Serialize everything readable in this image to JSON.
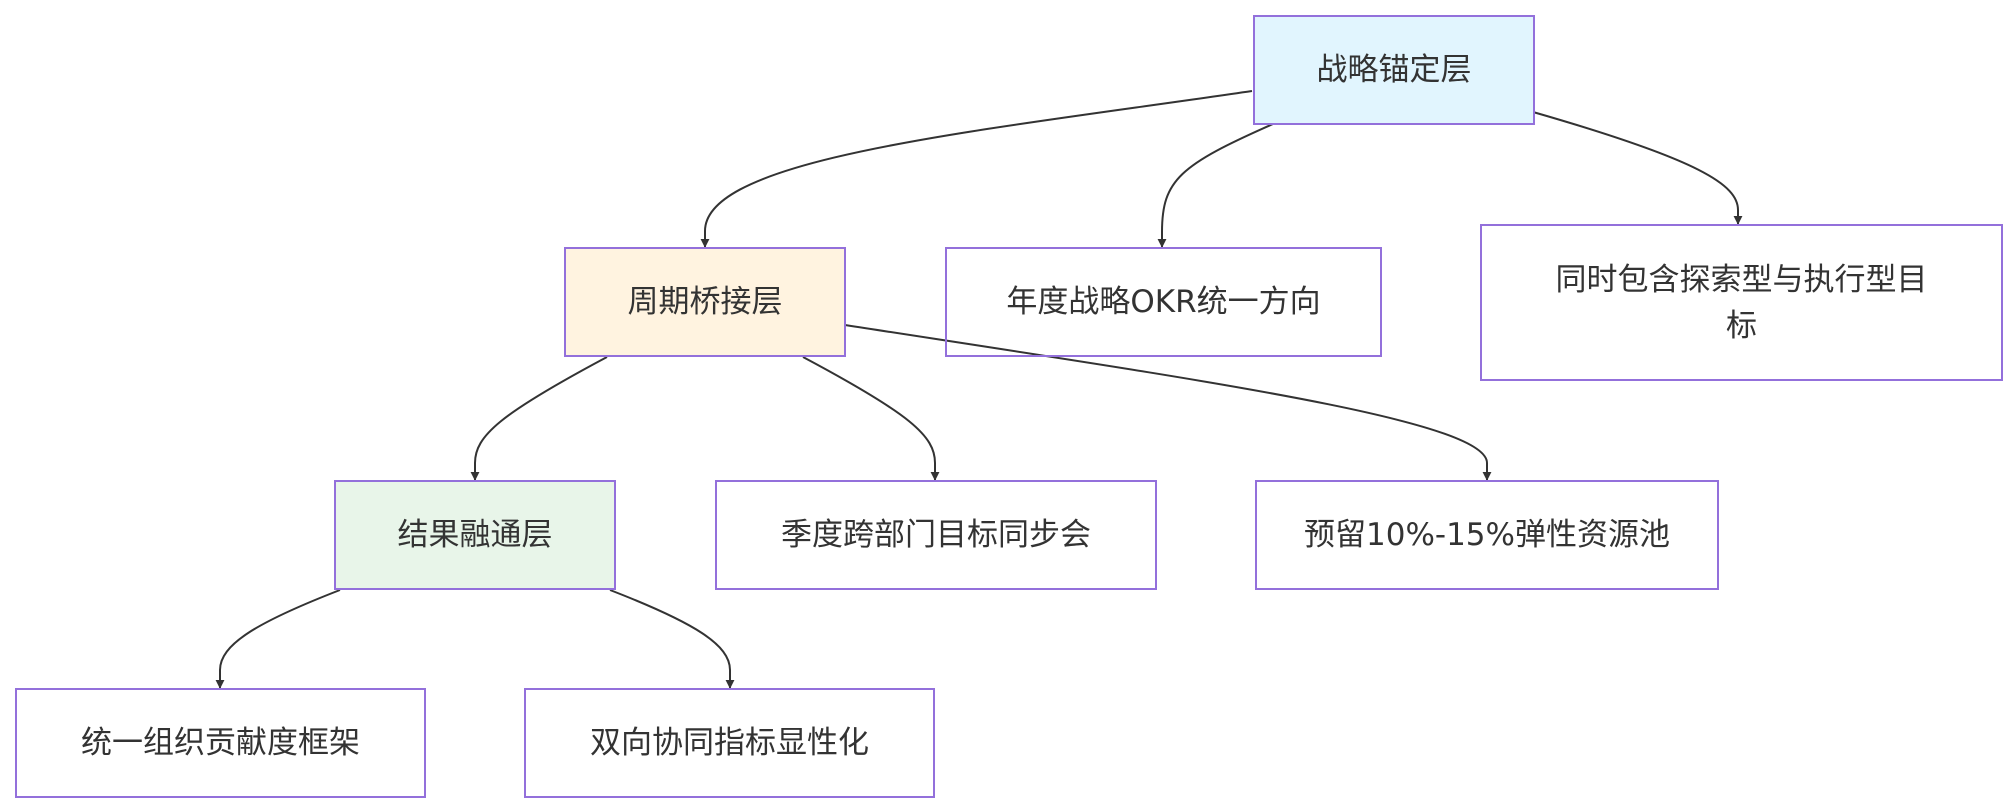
{
  "diagram": {
    "colors": {
      "default_fill": "#ECECFF",
      "border": "#9370DB",
      "text": "#333333",
      "edge": "#333333",
      "strategy_fill": "#E1F5FE",
      "bridge_fill": "#FFF3E0",
      "result_fill": "#E8F5E9"
    },
    "nodes": {
      "strategy_layer": "战略锚定层",
      "bridge_layer": "周期桥接层",
      "annual_okr": "年度战略OKR统一方向",
      "explore_execute": "同时包含探索型与执行型目标",
      "result_layer": "结果融通层",
      "quarterly_sync": "季度跨部门目标同步会",
      "elastic_pool": "预留10%-15%弹性资源池",
      "contribution_framework": "统一组织贡献度框架",
      "collab_metrics": "双向协同指标显性化"
    },
    "edges": [
      {
        "from": "strategy_layer",
        "to": "bridge_layer"
      },
      {
        "from": "strategy_layer",
        "to": "annual_okr"
      },
      {
        "from": "strategy_layer",
        "to": "explore_execute"
      },
      {
        "from": "bridge_layer",
        "to": "result_layer"
      },
      {
        "from": "bridge_layer",
        "to": "quarterly_sync"
      },
      {
        "from": "bridge_layer",
        "to": "elastic_pool"
      },
      {
        "from": "result_layer",
        "to": "contribution_framework"
      },
      {
        "from": "result_layer",
        "to": "collab_metrics"
      }
    ]
  }
}
